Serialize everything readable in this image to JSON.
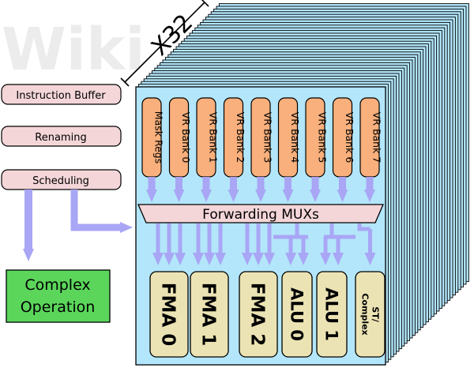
{
  "watermark": "Wiki",
  "replication_label": "X32",
  "pipeline": {
    "stages": [
      "Instruction Buffer",
      "Renaming",
      "Scheduling"
    ],
    "complex_operation": [
      "Complex",
      "Operation"
    ]
  },
  "register_banks": [
    "Mask Regs",
    "VR Bank 0",
    "VR Bank 1",
    "VR Bank 2",
    "VR Bank 3",
    "VR Bank 4",
    "VR Bank 5",
    "VR Bank 6",
    "VR Bank 7"
  ],
  "forwarding": "Forwarding MUXs",
  "units": [
    {
      "label": "FMA 0"
    },
    {
      "label": "FMA 1"
    },
    {
      "label": "FMA 2"
    },
    {
      "label": "ALU 0"
    },
    {
      "label": "ALU 1"
    },
    {
      "label": [
        "ST/",
        "Complex"
      ]
    }
  ],
  "colors": {
    "core_fill": "#b3e6fa",
    "bank_fill": "#f9b07c",
    "pipeline_fill": "#f4d6d9",
    "unit_fill": "#ece3b4",
    "arrow": "#a9a6f5",
    "complex_fill": "#5bd65b"
  }
}
